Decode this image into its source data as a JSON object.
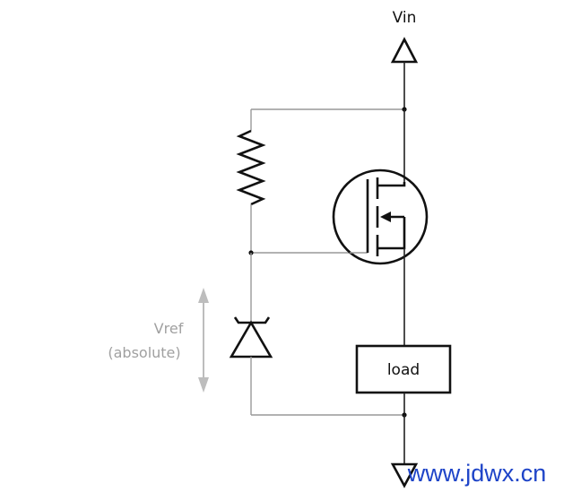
{
  "labels": {
    "supply": "Vin",
    "vref_line1": "Vref",
    "vref_line2": "(absolute)",
    "load": "load"
  },
  "watermark": "www.jdwx.cn",
  "colors": {
    "symbol": "#111111",
    "wire": "#999999",
    "annotation": "#a0a0a0",
    "watermark": "#1e44c8"
  },
  "components": {
    "supply_symbol": "triangle-up-icon",
    "ground_symbol": "triangle-down-icon",
    "resistor": "resistor-zigzag",
    "transistor": "n-channel-mosfet-in-circle",
    "reference_diode": "zener-diode",
    "dimension_marker": "double-headed-arrow"
  }
}
